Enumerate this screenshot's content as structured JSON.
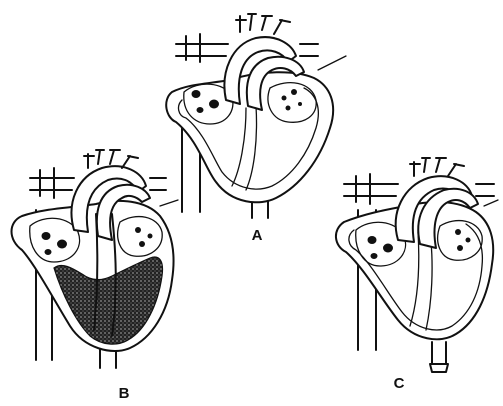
{
  "figure": {
    "panels": [
      {
        "id": "A",
        "label": "A"
      },
      {
        "id": "B",
        "label": "B"
      },
      {
        "id": "C",
        "label": "C"
      }
    ]
  },
  "colors": {
    "ink": "#111111",
    "paper": "#ffffff",
    "shade": "#222222"
  }
}
